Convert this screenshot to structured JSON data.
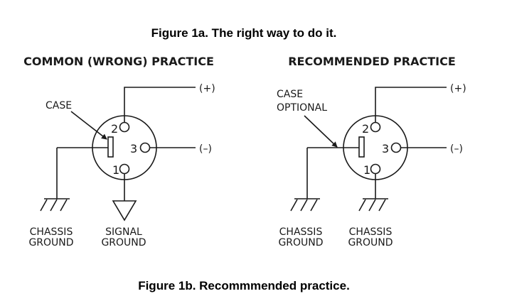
{
  "figure_1a_caption": "Figure 1a. The right way to do it.",
  "figure_1b_caption": "Figure 1b. Recommmended practice.",
  "left": {
    "heading": "COMMON (WRONG) PRACTICE",
    "case_label": "CASE",
    "pin_2": "2",
    "pin_3": "3",
    "pin_1": "1",
    "plus_label": "(+)",
    "minus_label": "(–)",
    "chassis_line1": "CHASSIS",
    "chassis_line2": "GROUND",
    "signal_line1": "SIGNAL",
    "signal_line2": "GROUND"
  },
  "right": {
    "heading": "RECOMMENDED PRACTICE",
    "case_line1": "CASE",
    "case_line2": "OPTIONAL",
    "pin_2": "2",
    "pin_3": "3",
    "pin_1": "1",
    "plus_label": "(+)",
    "minus_label": "(–)",
    "chassis1_line1": "CHASSIS",
    "chassis1_line2": "GROUND",
    "chassis2_line1": "CHASSIS",
    "chassis2_line2": "GROUND"
  }
}
